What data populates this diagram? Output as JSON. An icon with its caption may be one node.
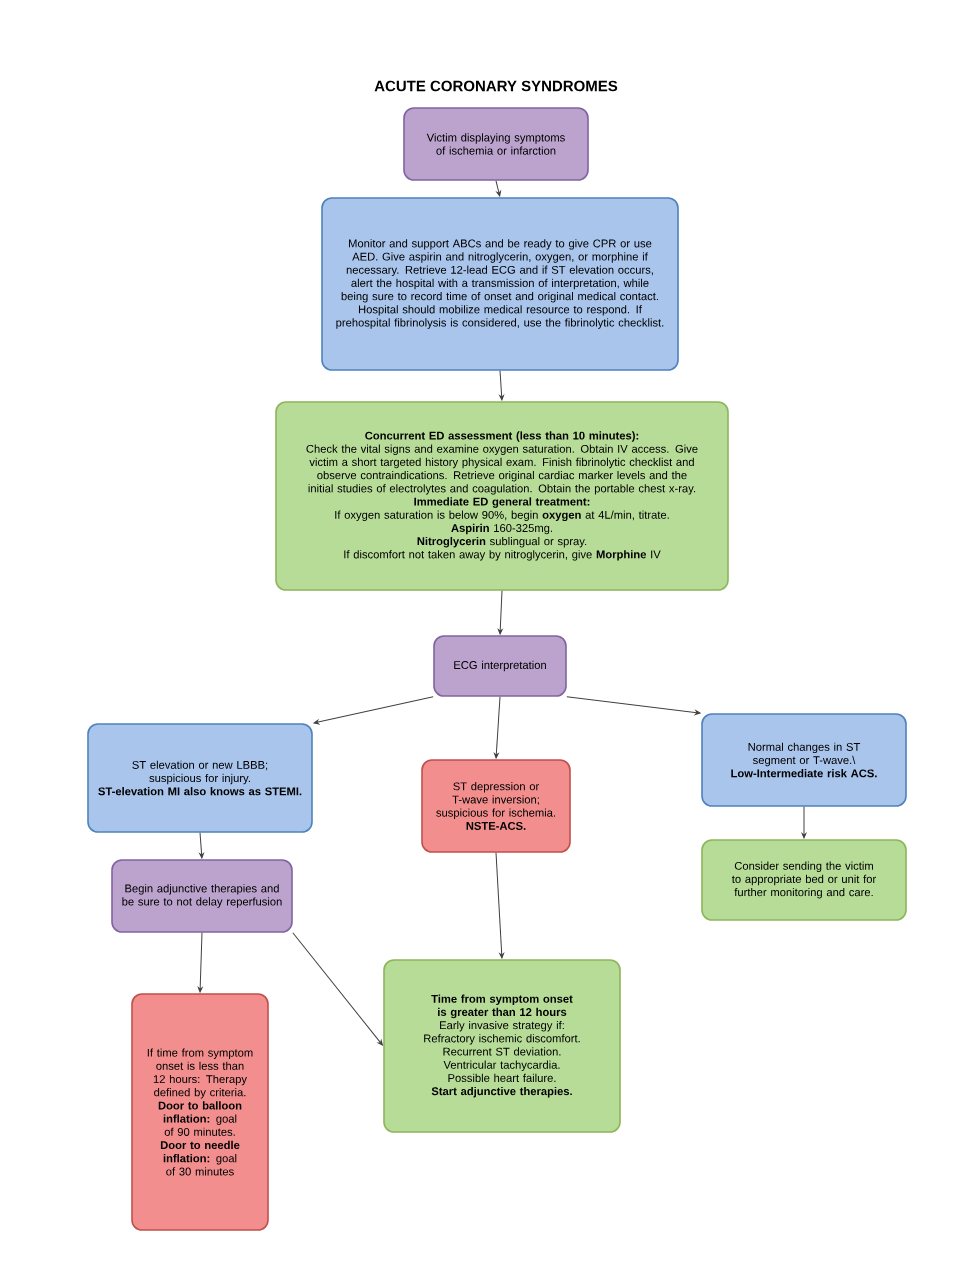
{
  "diagram": {
    "title": "ACUTE CORONARY SYNDROMES",
    "nodes": [
      {
        "text": [
          "Victim displaying symptoms of ischemia or infarction"
        ]
      },
      {
        "text": [
          "Monitor and support ABCs and be ready to give CPR or use AED. Give aspirin and nitroglycerin, oxygen, or morphine if necessary. Retrieve 12-lead ECG and if ST elevation occurs, alert the hospital with a transmission of interpretation, while being sure to record time of onset and original medical contact. Hospital should mobilize medical resource to respond. If prehospital fibrinolysis is considered, use the fibrinolytic checklist."
        ]
      },
      {
        "text": [
          "**Concurrent ED assessment (less than 10 minutes):**",
          "Check the vital signs and examine oxygen saturation. Obtain IV access. Give victim a short targeted history physical exam. Finish fibrinolytic checklist and observe contraindications. Retrieve original cardiac marker levels and the initial studies of electrolytes and coagulation. Obtain the portable chest x-ray.",
          "**Immediate ED general treatment:**",
          "If oxygen saturation is below 90%, begin **oxygen** at 4L/min, titrate.",
          "**Aspirin** 160-325mg.",
          "**Nitroglycerin** sublingual or spray.",
          "If discomfort not taken away by nitroglycerin, give **Morphine** IV"
        ]
      },
      {
        "text": [
          "ECG interpretation"
        ]
      },
      {
        "text": [
          "ST elevation or new LBBB; suspicious for injury.",
          "**ST-elevation MI also knows as STEMI.**"
        ]
      },
      {
        "text": [
          "ST depression or T-wave inversion; suspicious for ischemia.",
          "**NSTE-ACS.**"
        ]
      },
      {
        "text": [
          "Normal changes in ST segment or T-wave.\\",
          "**Low-Intermediate risk ACS.**"
        ]
      },
      {
        "text": [
          "Consider sending the victim to appropriate bed or unit for further monitoring and care."
        ]
      },
      {
        "text": [
          "Begin adjunctive therapies and be sure to not delay reperfusion"
        ]
      },
      {
        "text": [
          "If time from symptom onset is less than 12 hours: Therapy defined by criteria.",
          "**Door to balloon inflation:** goal of 90 minutes.",
          "**Door to needle inflation:** goal of 30 minutes"
        ]
      },
      {
        "text": [
          "**Time from symptom onset is greater than 12 hours**",
          "Early invasive strategy if:",
          "Refractory ischemic discomfort.",
          "Recurrent ST deviation.",
          "Ventricular tachycardia.",
          "Possible heart failure.",
          "**Start adjunctive therapies.**"
        ]
      }
    ],
    "edges": [
      {
        "from": 0,
        "to": 1,
        "arrow": "to"
      },
      {
        "from": 1,
        "to": 2,
        "arrow": "to"
      },
      {
        "from": 2,
        "to": 3,
        "arrow": "to"
      },
      {
        "from": 3,
        "to": 4,
        "arrow": "to"
      },
      {
        "from": 3,
        "to": 5,
        "arrow": "to"
      },
      {
        "from": 3,
        "to": 6,
        "arrow": "to"
      },
      {
        "from": 6,
        "to": 7,
        "arrow": "to"
      },
      {
        "from": 4,
        "to": 8,
        "arrow": "to"
      },
      {
        "from": 8,
        "to": 9,
        "arrow": "to"
      },
      {
        "from": 8,
        "to": 10,
        "arrow": "to"
      },
      {
        "from": 5,
        "to": 10,
        "arrow": "to"
      }
    ]
  }
}
